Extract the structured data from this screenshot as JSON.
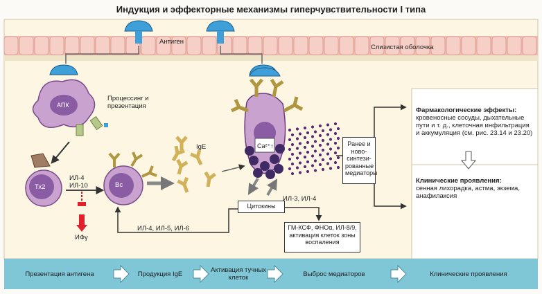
{
  "title": "Индукция и эффекторные механизмы гиперчувствительности I типа",
  "labels": {
    "antigen": "Антиген",
    "mucosa": "Слизистая оболочка",
    "processing_line1": "Процессинг и",
    "processing_line2": "презентация",
    "apc": "АПК",
    "th2": "Тх2",
    "il4": "ИЛ-4",
    "il10": "ИЛ-10",
    "ifn": "ИФγ",
    "b_cell": "Вс",
    "ige": "IgE",
    "calcium": "Ca²⁺↑",
    "il_back": "ИЛ-4, ИЛ-5, ИЛ-6",
    "il3_il4": "ИЛ-3, ИЛ-4",
    "cytokines": "Цитокины",
    "mediators_box": "Ранее и ново-синтези-рованные медиаторы",
    "gm_box": "ГМ-КСФ, ФНОα, ИЛ-8/9, активация клеток зоны воспаления",
    "pharm_title": "Фармакологические эффекты:",
    "pharm_text": "кровеносные сосуды, дыхательные пути и т. д., клеточная инфильтрация и аккумуляция (см. рис. 23.14 и 23.20)",
    "clin_title": "Клинические проявления:",
    "clin_text": "сенная лихорадка, астма, экзема, анафилаксия"
  },
  "steps": [
    "Презентация антигена",
    "Продукция IgE",
    "Активация тучных клеток",
    "Выброс медиаторов",
    "Клинические проявления"
  ],
  "colors": {
    "mucosa_top": "#f6c7bf",
    "mucosa_bottom": "#e8a59a",
    "cell_purple": "#8a5ca3",
    "cell_light": "#d9b7df",
    "antigen_blue": "#3f9fd9",
    "antibody_yellow": "#dcc272",
    "antibody_green": "#b7c98a",
    "step_bar": "#7fc7d6",
    "red_arrow": "#e0202a"
  }
}
